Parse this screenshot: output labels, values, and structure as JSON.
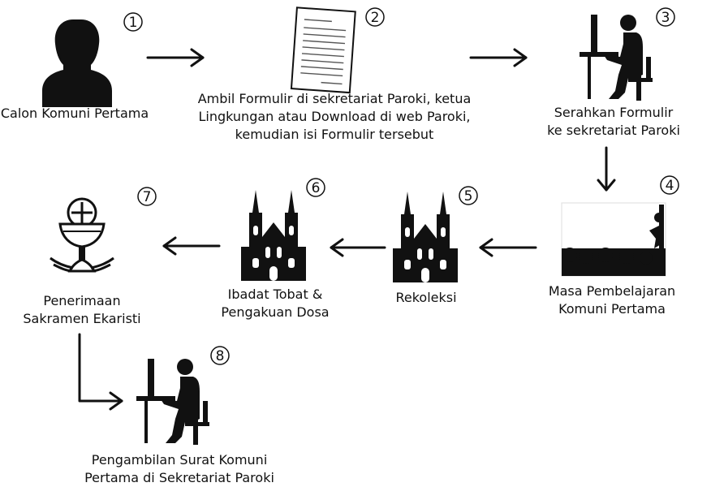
{
  "steps": [
    {
      "number": "1",
      "lines": [
        "Calon Komuni Pertama"
      ],
      "icon": "person-silhouette-icon"
    },
    {
      "number": "2",
      "lines": [
        "Ambil Formulir di sekretariat Paroki, ketua",
        "Lingkungan atau Download di web Paroki,",
        "kemudian isi Formulir tersebut"
      ],
      "icon": "document-form-icon"
    },
    {
      "number": "3",
      "lines": [
        "Serahkan Formulir",
        "ke sekretariat Paroki"
      ],
      "icon": "person-at-computer-icon"
    },
    {
      "number": "4",
      "lines": [
        "Masa Pembelajaran",
        "Komuni Pertama"
      ],
      "icon": "lecture-audience-icon"
    },
    {
      "number": "5",
      "lines": [
        "Rekoleksi"
      ],
      "icon": "church-icon"
    },
    {
      "number": "6",
      "lines": [
        "Ibadat Tobat &",
        "Pengakuan Dosa"
      ],
      "icon": "church-icon"
    },
    {
      "number": "7",
      "lines": [
        "Penerimaan",
        "Sakramen Ekaristi"
      ],
      "icon": "chalice-host-icon"
    },
    {
      "number": "8",
      "lines": [
        "Pengambilan Surat Komuni",
        "Pertama di Sekretariat Paroki"
      ],
      "icon": "person-at-computer-icon"
    }
  ],
  "colors": {
    "ink": "#111111",
    "paper": "#ffffff"
  }
}
